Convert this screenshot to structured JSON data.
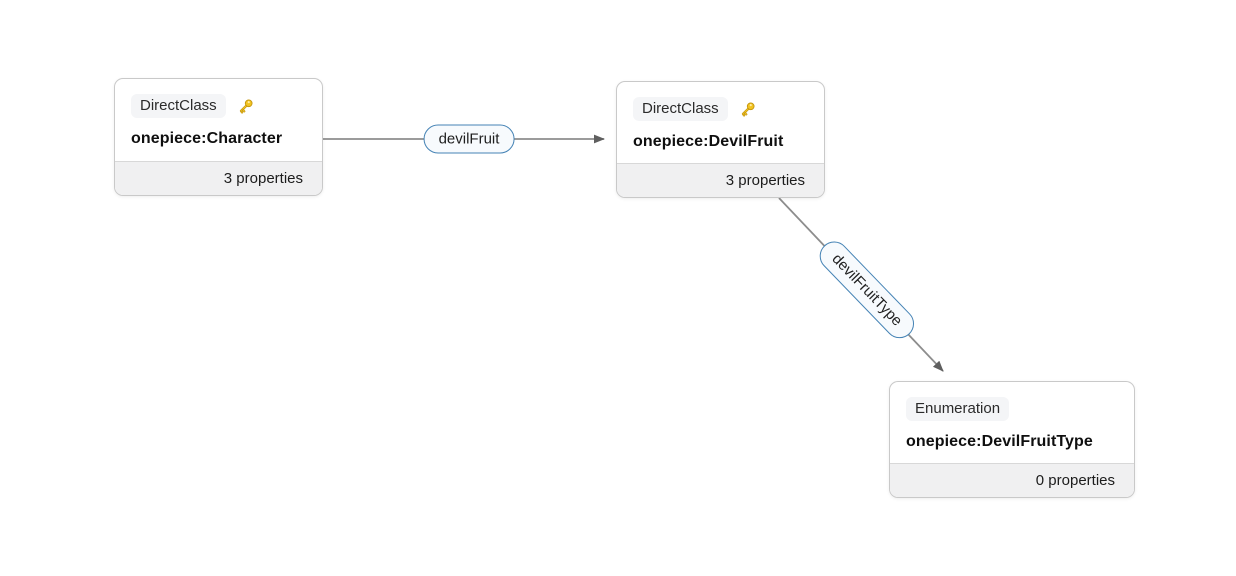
{
  "diagram": {
    "nodes": [
      {
        "badge": "DirectClass",
        "has_key": true,
        "title": "onepiece:Character",
        "footer": "3 properties"
      },
      {
        "badge": "DirectClass",
        "has_key": true,
        "title": "onepiece:DevilFruit",
        "footer": "3 properties"
      },
      {
        "badge": "Enumeration",
        "has_key": false,
        "title": "onepiece:DevilFruitType",
        "footer": "0 properties"
      }
    ],
    "edges": [
      {
        "label": "devilFruit",
        "from": "onepiece:Character",
        "to": "onepiece:DevilFruit"
      },
      {
        "label": "devilFruitType",
        "from": "onepiece:DevilFruit",
        "to": "onepiece:DevilFruitType"
      }
    ]
  },
  "colors": {
    "background": "#ffffff",
    "node_border": "#c9c9c9",
    "footer_bg": "#f0f0f1",
    "badge_bg": "#f4f5f7",
    "edge_line": "#8d8d8d",
    "arrowhead": "#5f5f5f",
    "pill_border": "#4583b5",
    "pill_bg": "#f7fafd",
    "key_gold": "#f2c320"
  }
}
